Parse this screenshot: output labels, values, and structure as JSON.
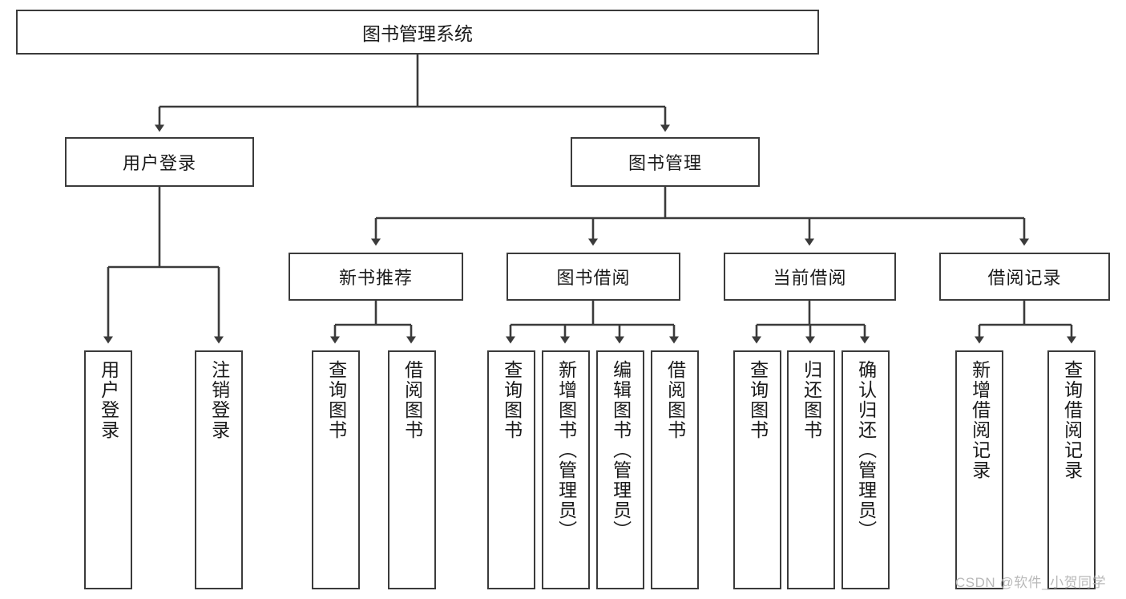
{
  "diagram": {
    "type": "tree-hierarchy",
    "title": "图书管理系统",
    "root": {
      "label": "图书管理系统"
    },
    "level2": [
      {
        "label": "用户登录"
      },
      {
        "label": "图书管理"
      }
    ],
    "level3": [
      {
        "label": "新书推荐"
      },
      {
        "label": "图书借阅"
      },
      {
        "label": "当前借阅"
      },
      {
        "label": "借阅记录"
      }
    ],
    "leaves": {
      "user_login": [
        {
          "label": "用户登录"
        },
        {
          "label": "注销登录"
        }
      ],
      "new_book_recommend": [
        {
          "label": "查询图书"
        },
        {
          "label": "借阅图书"
        }
      ],
      "book_borrow": [
        {
          "label": "查询图书"
        },
        {
          "label": "新增图书（管理员）"
        },
        {
          "label": "编辑图书（管理员）"
        },
        {
          "label": "借阅图书"
        }
      ],
      "current_borrow": [
        {
          "label": "查询图书"
        },
        {
          "label": "归还图书"
        },
        {
          "label": "确认归还（管理员）"
        }
      ],
      "borrow_record": [
        {
          "label": "新增借阅记录"
        },
        {
          "label": "查询借阅记录"
        }
      ]
    }
  },
  "watermark": {
    "text": "CSDN @软件_小贺同学"
  },
  "colors": {
    "border": "#3b3b3b",
    "text": "#1a1a1a",
    "background": "#ffffff",
    "watermark": "#b9b9b9"
  }
}
